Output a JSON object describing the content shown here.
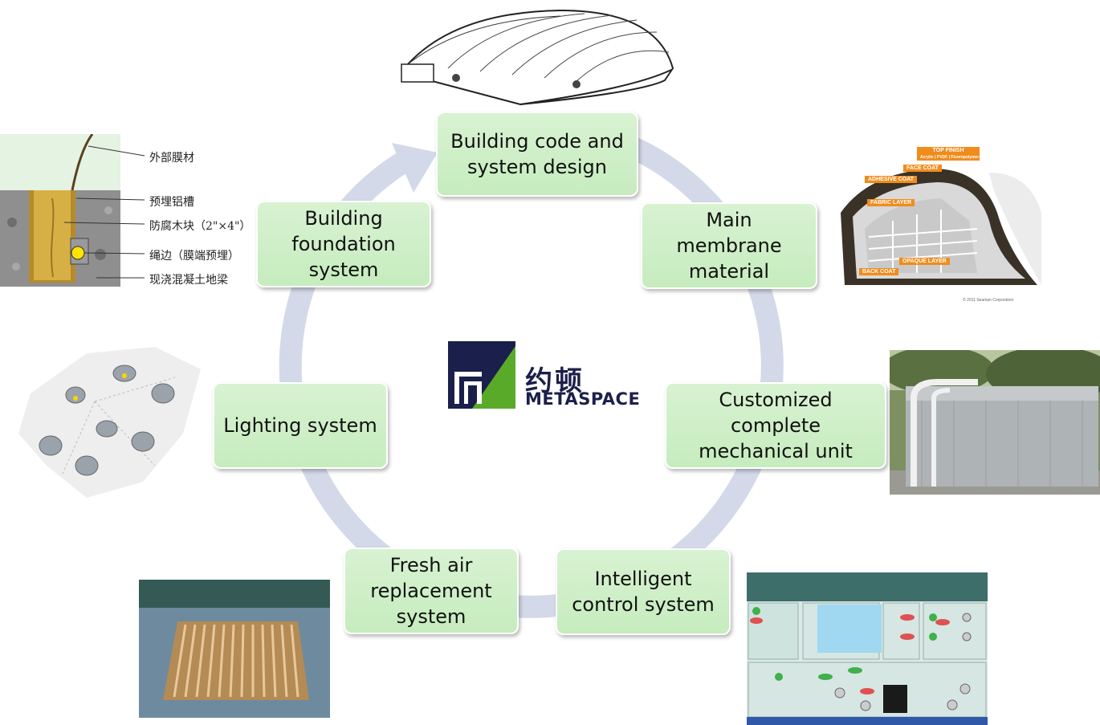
{
  "center_logo": {
    "chinese": "约顿",
    "english": "METASPACE"
  },
  "nodes": [
    {
      "id": "building-code",
      "label": "Building code and\nsystem design"
    },
    {
      "id": "main-membrane",
      "label": "Main\nmembrane\nmaterial"
    },
    {
      "id": "mechanical-unit",
      "label": "Customized\ncomplete\nmechanical unit"
    },
    {
      "id": "intelligent-control",
      "label": "Intelligent\ncontrol system"
    },
    {
      "id": "fresh-air",
      "label": "Fresh air\nreplacement\nsystem"
    },
    {
      "id": "lighting",
      "label": "Lighting system"
    },
    {
      "id": "foundation",
      "label": "Building\nfoundation\nsystem"
    }
  ],
  "foundation_detail": {
    "labels": [
      "外部膜材",
      "预埋铝槽",
      "防腐木块（2\"×4\"）",
      "绳边（膜端预埋）",
      "现浇混凝土地梁"
    ]
  },
  "membrane_layers": {
    "labels": [
      "TOP FINISH",
      "Acrylic | PVDF | Fluoropolymer",
      "FACE COAT",
      "ADHESIVE COAT",
      "FABRIC LAYER",
      "OPAQUE LAYER",
      "BACK COAT"
    ],
    "copyright": "© 2011 Seaman Corporation"
  },
  "colors": {
    "node_fill": "#c8edc0",
    "cycle_arrow": "#d3d9e8",
    "logo_navy": "#1b1f4b",
    "logo_green": "#5aaa2a",
    "tag_orange": "#f08c1c"
  }
}
